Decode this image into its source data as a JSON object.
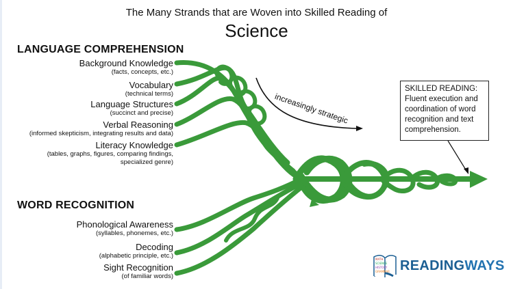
{
  "header": {
    "title_line1": "The Many Strands that are Woven into Skilled Reading of",
    "title_line2": "Science"
  },
  "language_comprehension": {
    "heading": "LANGUAGE COMPREHENSION",
    "strands": [
      {
        "label": "Background Knowledge",
        "sub": "(facts, concepts, etc.)"
      },
      {
        "label": "Vocabulary",
        "sub": "(technical terms)"
      },
      {
        "label": "Language Structures",
        "sub": "(succinct and precise)"
      },
      {
        "label": "Verbal Reasoning",
        "sub": "(informed skepticism, integrating results and data)"
      },
      {
        "label": "Literacy Knowledge",
        "sub": "(tables, graphs, figures, comparing findings,",
        "sub2": "specialized genre)"
      }
    ]
  },
  "word_recognition": {
    "heading": "WORD RECOGNITION",
    "strands": [
      {
        "label": "Phonological Awareness",
        "sub": "(syllables, phonemes, etc.)"
      },
      {
        "label": "Decoding",
        "sub": "(alphabetic principle, etc.)"
      },
      {
        "label": "Sight Recognition",
        "sub": "(of familiar words)"
      }
    ]
  },
  "annotations": {
    "increasingly_strategic": "increasingly strategic"
  },
  "skilled_reading": {
    "title": "SKILLED READING:",
    "lines": [
      "Fluent execution and",
      "coordination of word",
      "recognition and text",
      "comprehension."
    ]
  },
  "logo": {
    "part1": "READING",
    "part2": "WAYS",
    "book_words": [
      "MATH",
      "SCIENCE",
      "HISTORY",
      "GRAMMAR"
    ]
  },
  "colors": {
    "strand_green": "#3a9a3a",
    "logo_blue": "#1c5f93"
  }
}
